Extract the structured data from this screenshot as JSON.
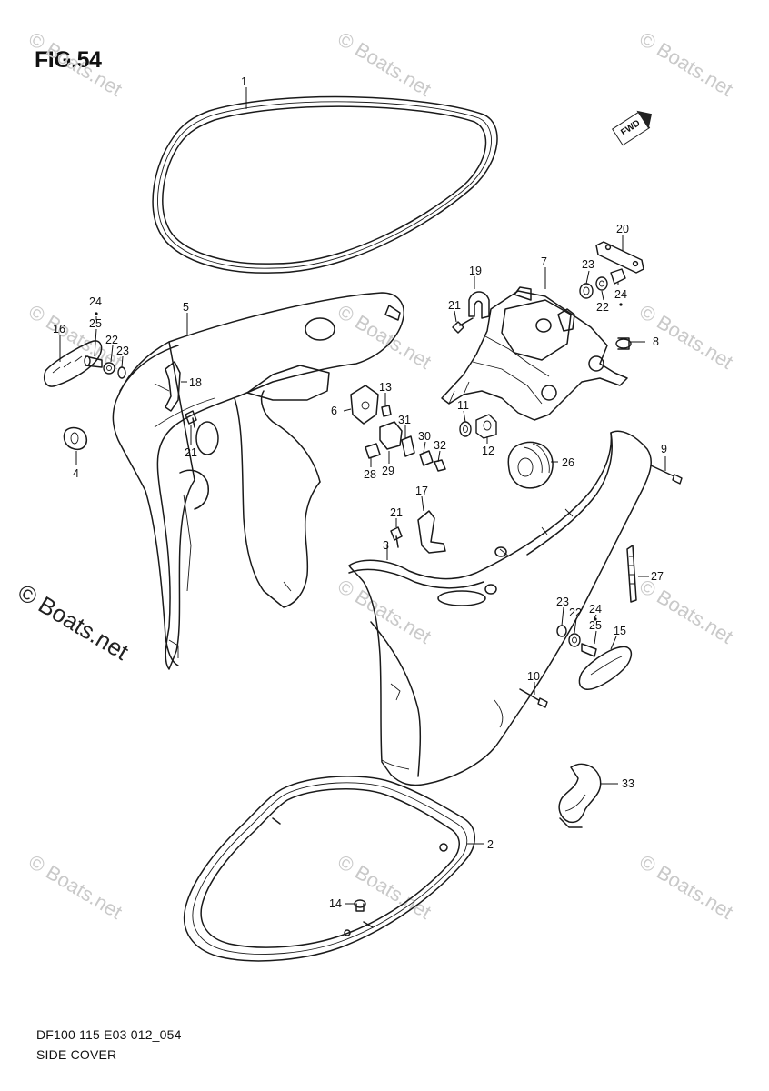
{
  "figure": {
    "title": "FIG.54",
    "forward_marker": "FWD",
    "brand_mark": "© Boats.net",
    "watermark_text": "© Boats.net",
    "footer": {
      "model": "DF100 115 E03 012_054",
      "section": "SIDE COVER"
    }
  },
  "callouts": {
    "c1": "1",
    "c2": "2",
    "c3": "3",
    "c4": "4",
    "c5": "5",
    "c6": "6",
    "c7": "7",
    "c8": "8",
    "c9": "9",
    "c10": "10",
    "c11": "11",
    "c12": "12",
    "c13": "13",
    "c14": "14",
    "c15": "15",
    "c16": "16",
    "c17": "17",
    "c18": "18",
    "c19": "19",
    "c20": "20",
    "c21a": "21",
    "c21b": "21",
    "c21c": "21",
    "c22a": "22",
    "c22b": "22",
    "c22c": "22",
    "c23a": "23",
    "c23b": "23",
    "c23c": "23",
    "c24a": "24",
    "c24b": "24",
    "c24c": "24",
    "c25a": "25",
    "c25b": "25",
    "c26": "26",
    "c27": "27",
    "c28": "28",
    "c29": "29",
    "c30": "30",
    "c31": "31",
    "c32": "32",
    "c33": "33"
  }
}
